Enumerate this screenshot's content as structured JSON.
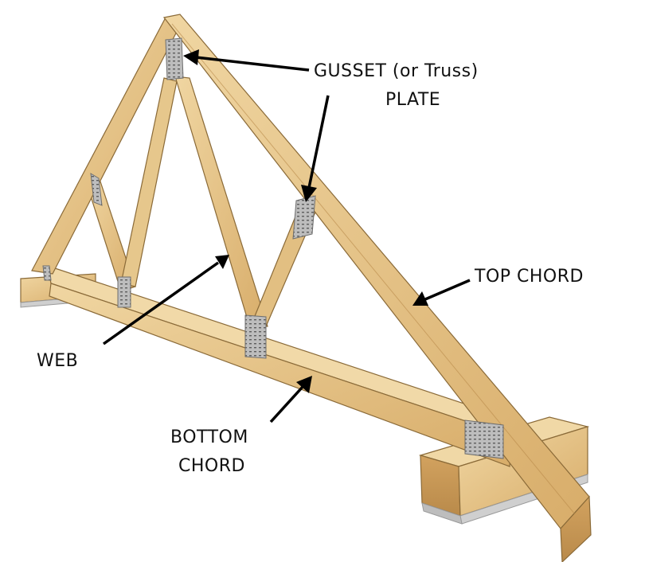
{
  "labels": {
    "gusset_line1": "GUSSET (or Truss)",
    "gusset_line2": "PLATE",
    "top_chord": "TOP CHORD",
    "web": "WEB",
    "bottom_line1": "BOTTOM",
    "bottom_line2": "CHORD"
  },
  "colors": {
    "wood_light": "#ecd09a",
    "wood_mid": "#ddb574",
    "wood_dark": "#c49552",
    "plate": "#b9b9b9",
    "plate_dark": "#8d8d8d",
    "ink": "#000000"
  }
}
